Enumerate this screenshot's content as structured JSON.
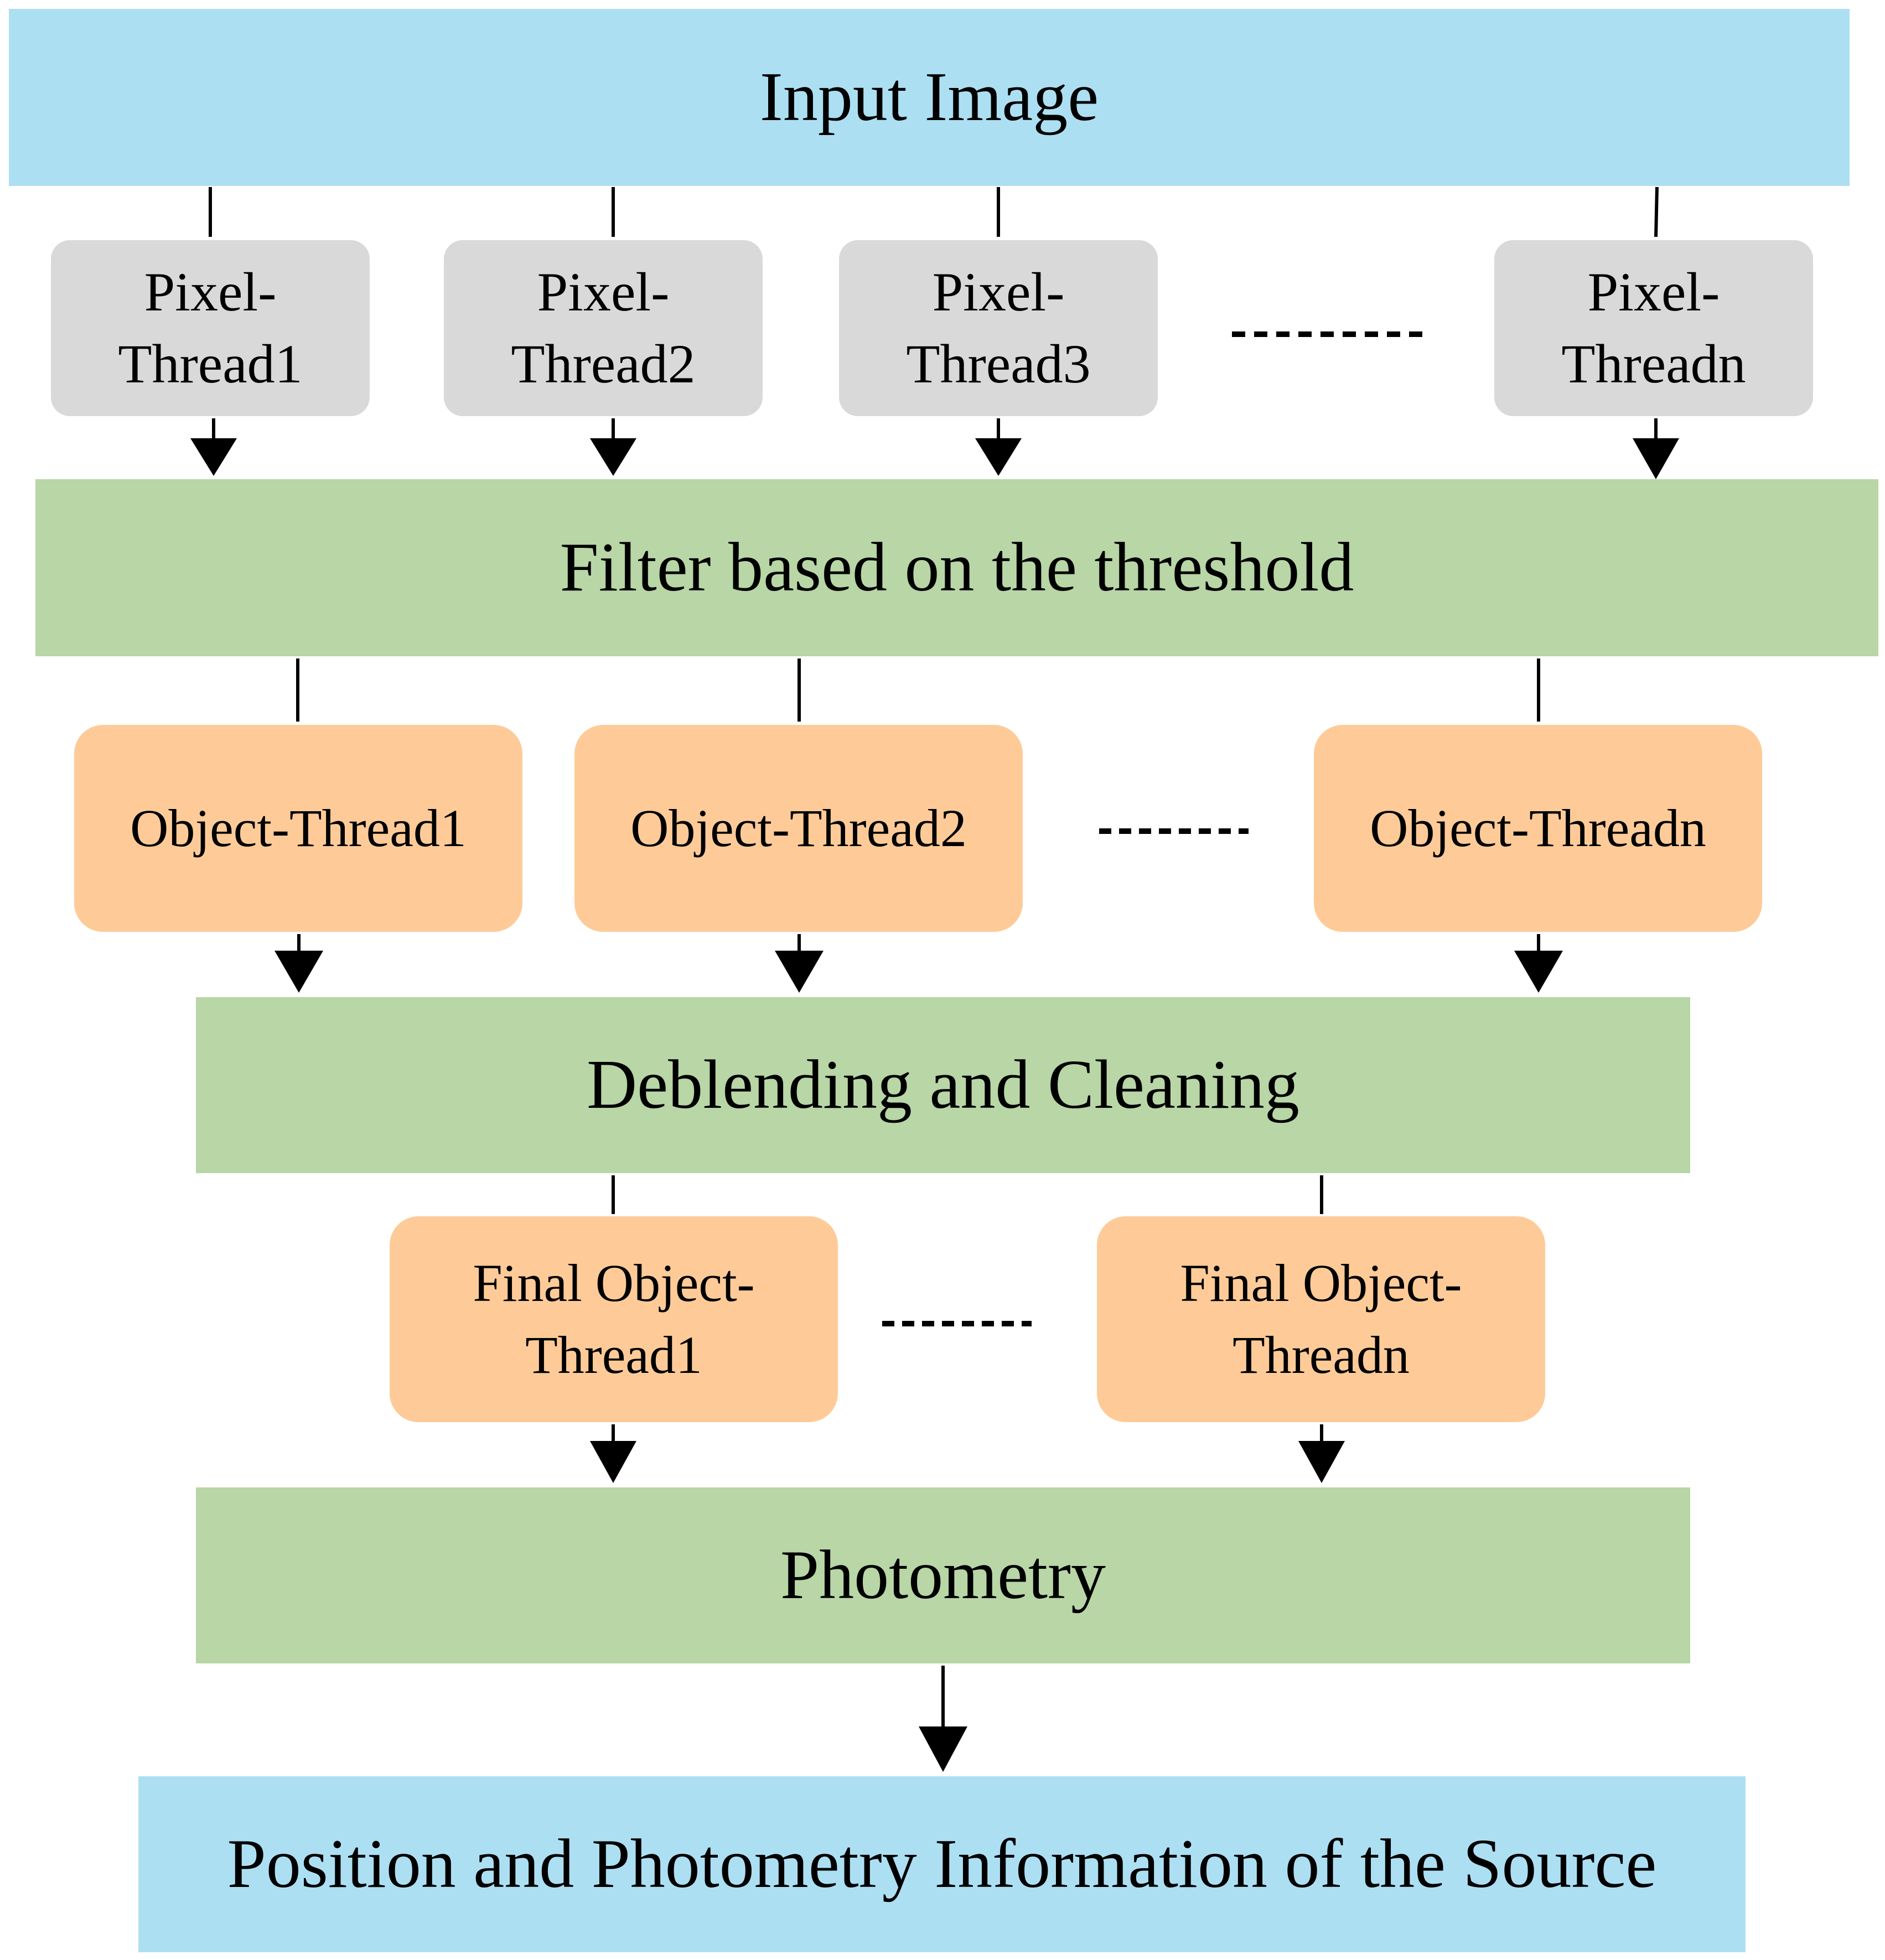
{
  "input": {
    "label": "Input Image"
  },
  "pixel_threads": [
    {
      "label": "Pixel-\nThread1"
    },
    {
      "label": "Pixel-\nThread2"
    },
    {
      "label": "Pixel-\nThread3"
    },
    {
      "label": "Pixel-\nThreadn"
    }
  ],
  "filter": {
    "label": "Filter based on the threshold"
  },
  "object_threads": [
    {
      "label": "Object-Thread1"
    },
    {
      "label": "Object-Thread2"
    },
    {
      "label": "Object-Threadn"
    }
  ],
  "deblend": {
    "label": "Deblending and Cleaning"
  },
  "final_object_threads": [
    {
      "label": "Final Object-\nThread1"
    },
    {
      "label": "Final Object-\nThreadn"
    }
  ],
  "photometry": {
    "label": "Photometry"
  },
  "output": {
    "label": "Position and Photometry Information of the Source"
  },
  "colors": {
    "io_box": "#ADDFF3",
    "process_box": "#B8D6A6",
    "pixel_thread_box": "#D9D9D9",
    "object_thread_box": "#FECB98"
  }
}
